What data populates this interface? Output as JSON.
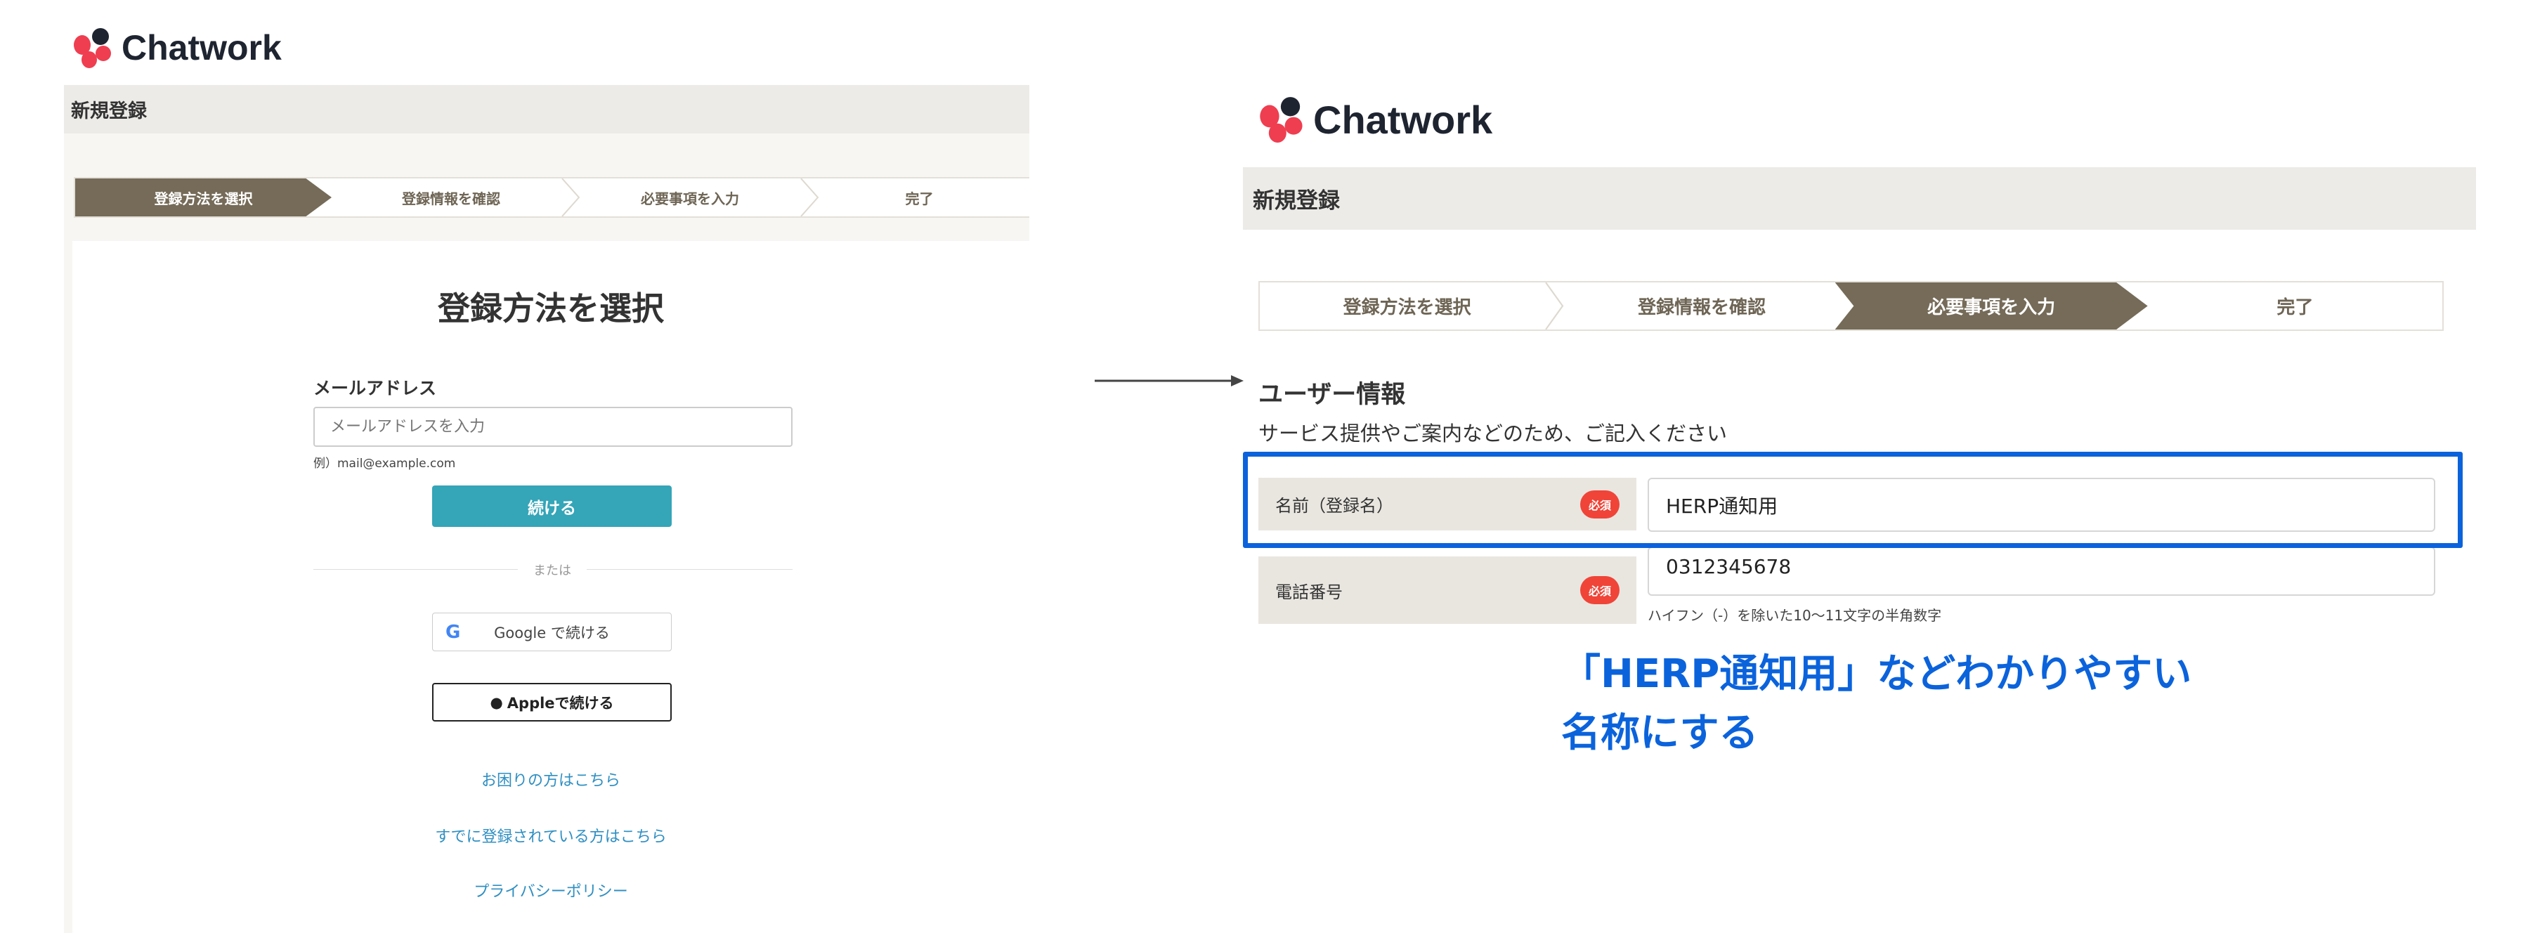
{
  "left": {
    "logo": "Chatwork",
    "header_title": "新規登録",
    "steps": [
      "登録方法を選択",
      "登録情報を確認",
      "必要事項を入力",
      "完了"
    ],
    "active_step": 0,
    "card_title": "登録方法を選択",
    "email_label": "メールアドレス",
    "email_placeholder": "メールアドレスを入力",
    "email_example": "例）mail@example.com",
    "continue_button": "続ける",
    "divider_text": "または",
    "google_button": "Google で続ける",
    "apple_button": "Appleで続ける",
    "links": [
      "お困りの方はこちら",
      "すでに登録されている方はこちら",
      "プライバシーポリシー"
    ]
  },
  "right": {
    "logo": "Chatwork",
    "header_title": "新規登録",
    "steps": [
      "登録方法を選択",
      "登録情報を確認",
      "必要事項を入力",
      "完了"
    ],
    "active_step": 2,
    "section_title": "ユーザー情報",
    "section_subtitle": "サービス提供やご案内などのため、ご記入ください",
    "fields": [
      {
        "label": "名前（登録名）",
        "badge": "必須",
        "value": "HERP通知用"
      },
      {
        "label": "電話番号",
        "badge": "必須",
        "value": "0312345678",
        "hint": "ハイフン（-）を除いた10〜11文字の半角数字"
      }
    ]
  },
  "annotation": {
    "line1": "「HERP通知用」などわかりやすい",
    "line2": "名称にする",
    "color": "#0b63dc"
  }
}
